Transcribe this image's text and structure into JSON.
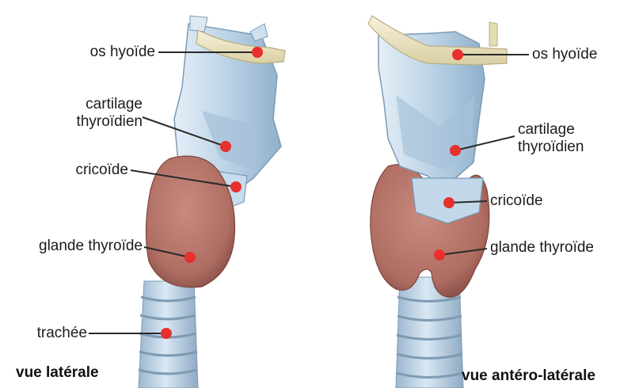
{
  "views": [
    {
      "caption": "vue latérale",
      "labels": {
        "hyoid": "os hyoïde",
        "thyroid_cartilage": [
          "cartilage",
          "thyroïdien"
        ],
        "cricoid": "cricoïde",
        "thyroid_gland": "glande thyroïde",
        "trachea": "trachée"
      }
    },
    {
      "caption": "vue antéro-latérale",
      "labels": {
        "hyoid": "os hyoïde",
        "thyroid_cartilage": [
          "cartilage",
          "thyroïdien"
        ],
        "cricoid": "cricoïde",
        "thyroid_gland": "glande thyroïde"
      }
    }
  ],
  "colors": {
    "marker": "#e8302c",
    "cartilage": "#bcd3e6",
    "cartilage_shadow": "#8fb0cc",
    "bone": "#eee6c4",
    "gland": "#b8776c",
    "gland_dark": "#8e544b",
    "trachea": "#b9d0e3",
    "line": "#2a2a2a"
  }
}
